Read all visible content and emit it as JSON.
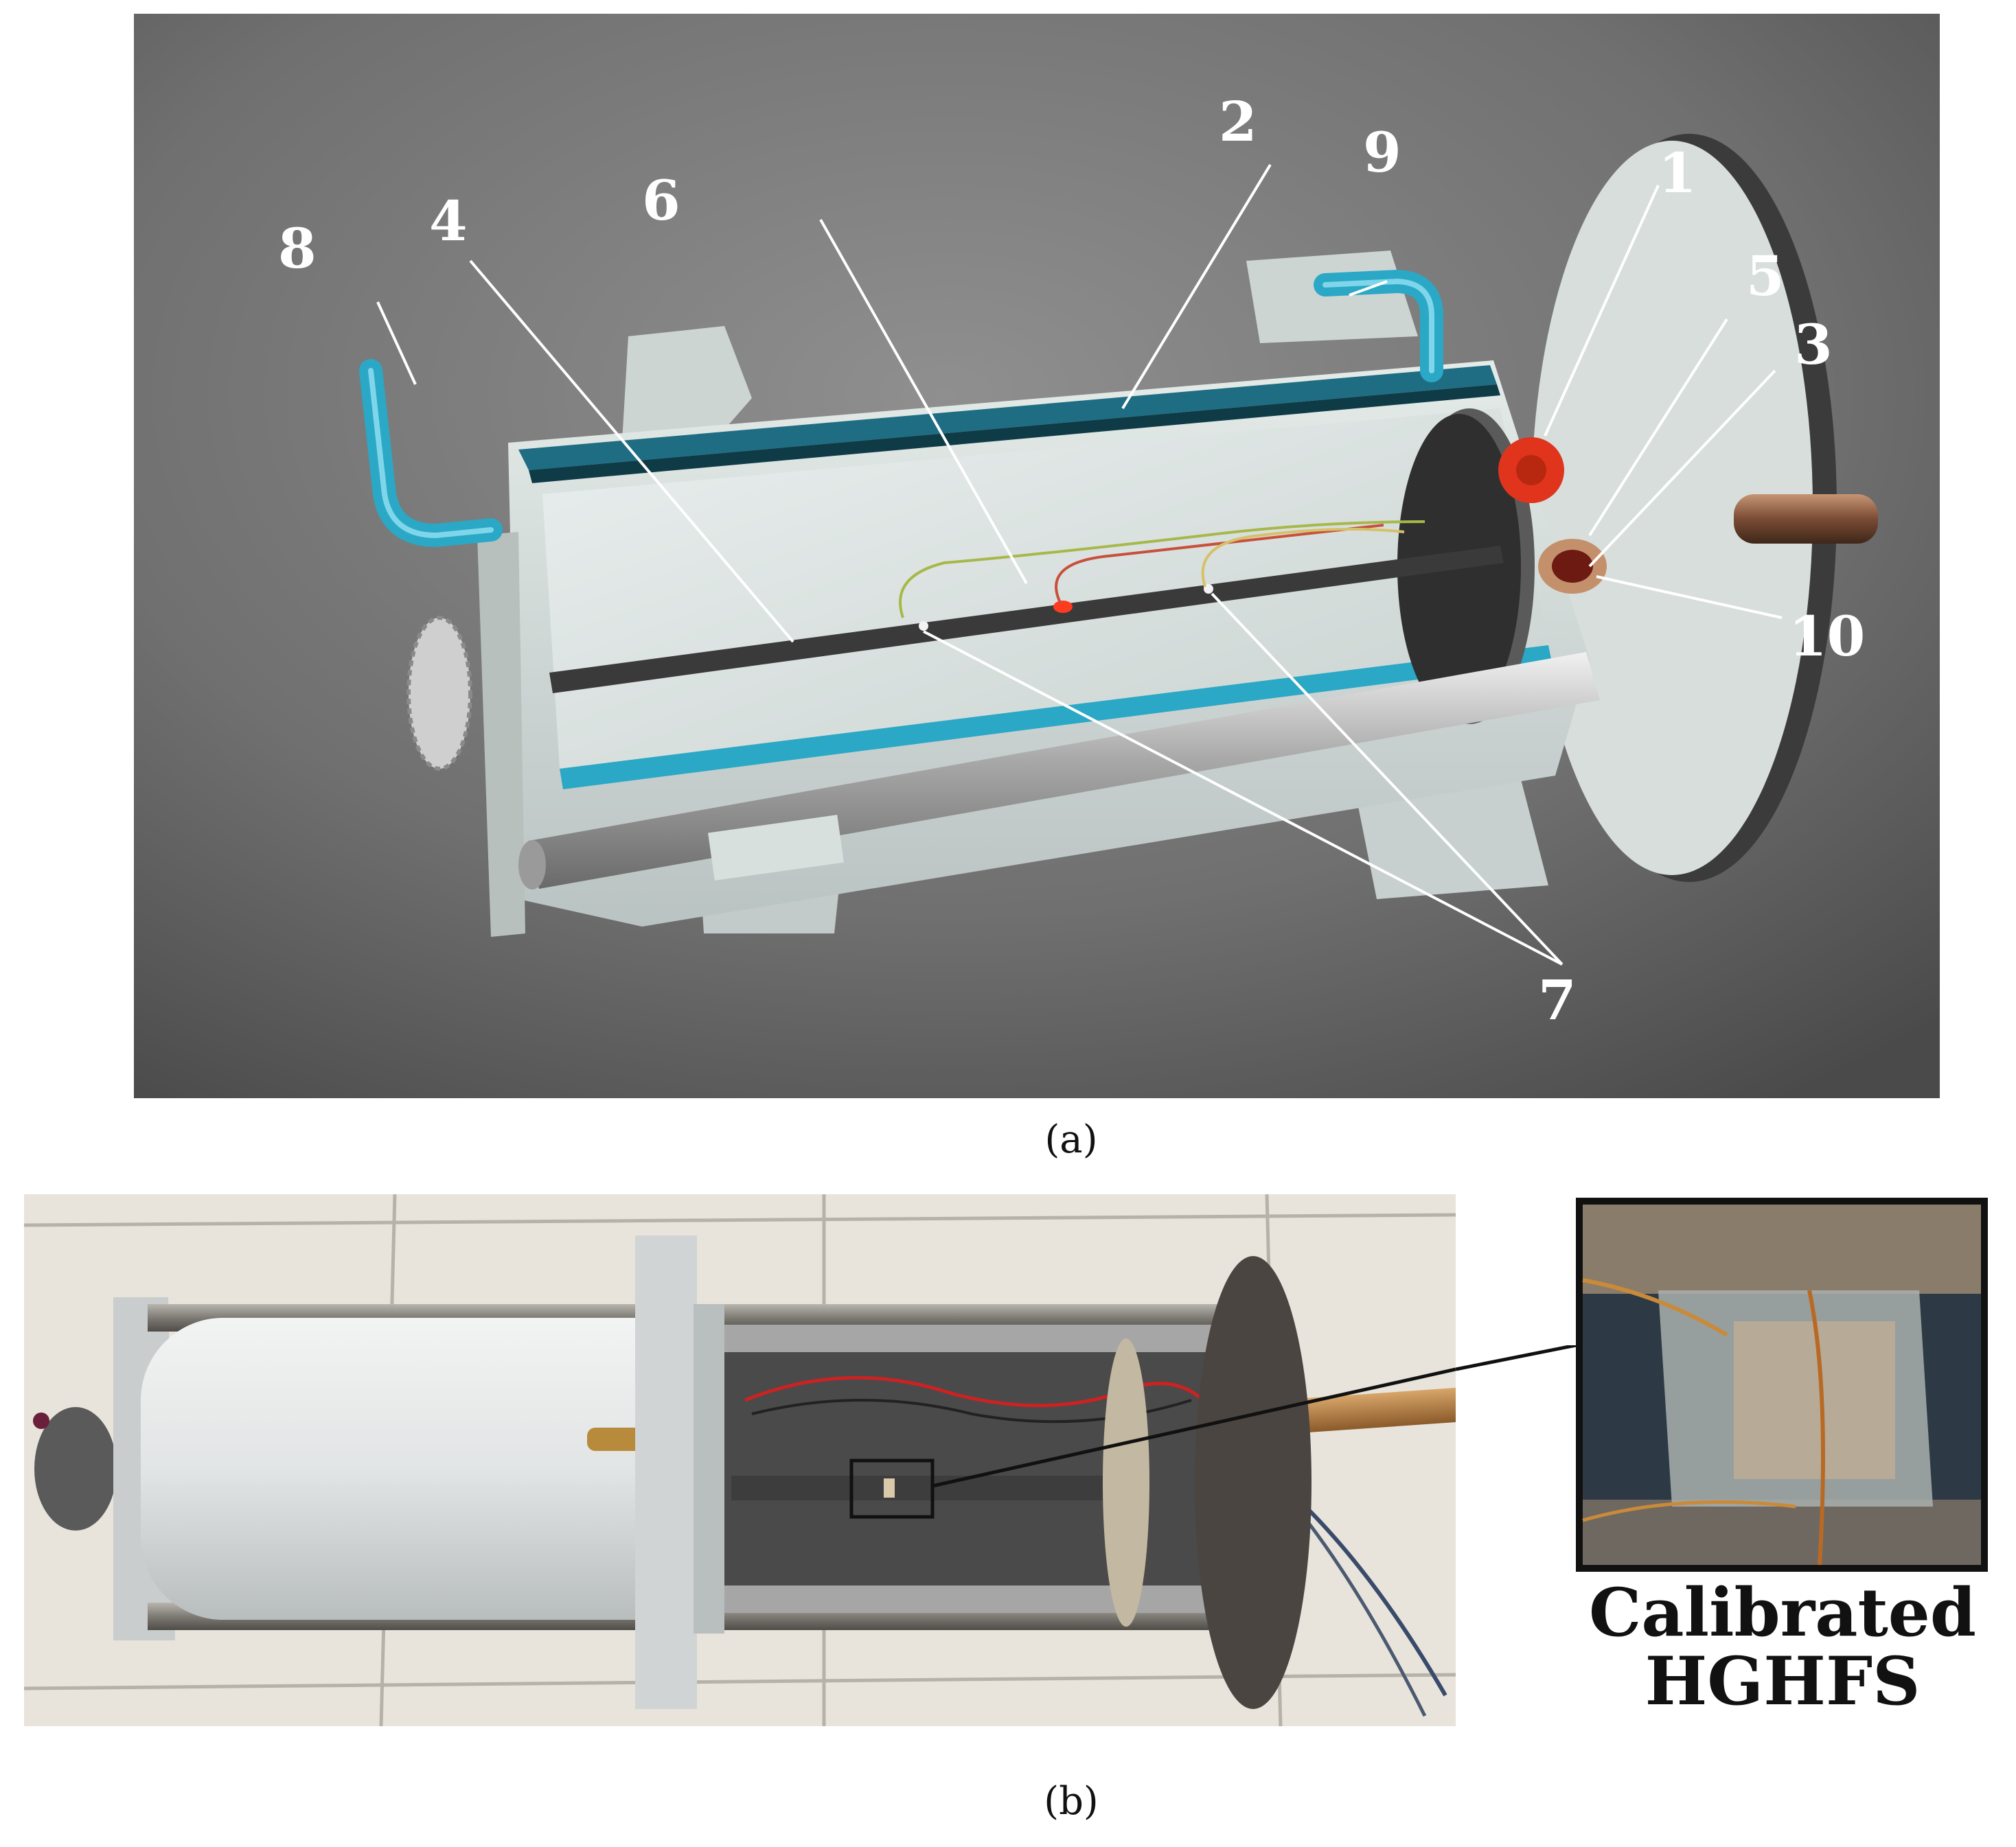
{
  "panel_a": {
    "caption": "(a)",
    "labels": {
      "l1": "1",
      "l2": "2",
      "l3": "3",
      "l4": "4",
      "l5": "5",
      "l6": "6",
      "l7": "7",
      "l8": "8",
      "l9": "9",
      "l10": "10"
    }
  },
  "panel_b": {
    "caption": "(b)",
    "callout_line1": "Calibrated",
    "callout_line2": "HGHFS"
  },
  "colors": {
    "backdrop": "#6f6f6f",
    "housing": "#d3dbd9",
    "coolant": "#2aa8c6",
    "rod": "#3a3a3a",
    "sensor": "#ff3b1f",
    "tile": "#e8e4dc",
    "label": "#ffffff"
  },
  "icons": [
    "gear-knob-icon",
    "wire-bundle-icon",
    "heater-core-icon"
  ]
}
